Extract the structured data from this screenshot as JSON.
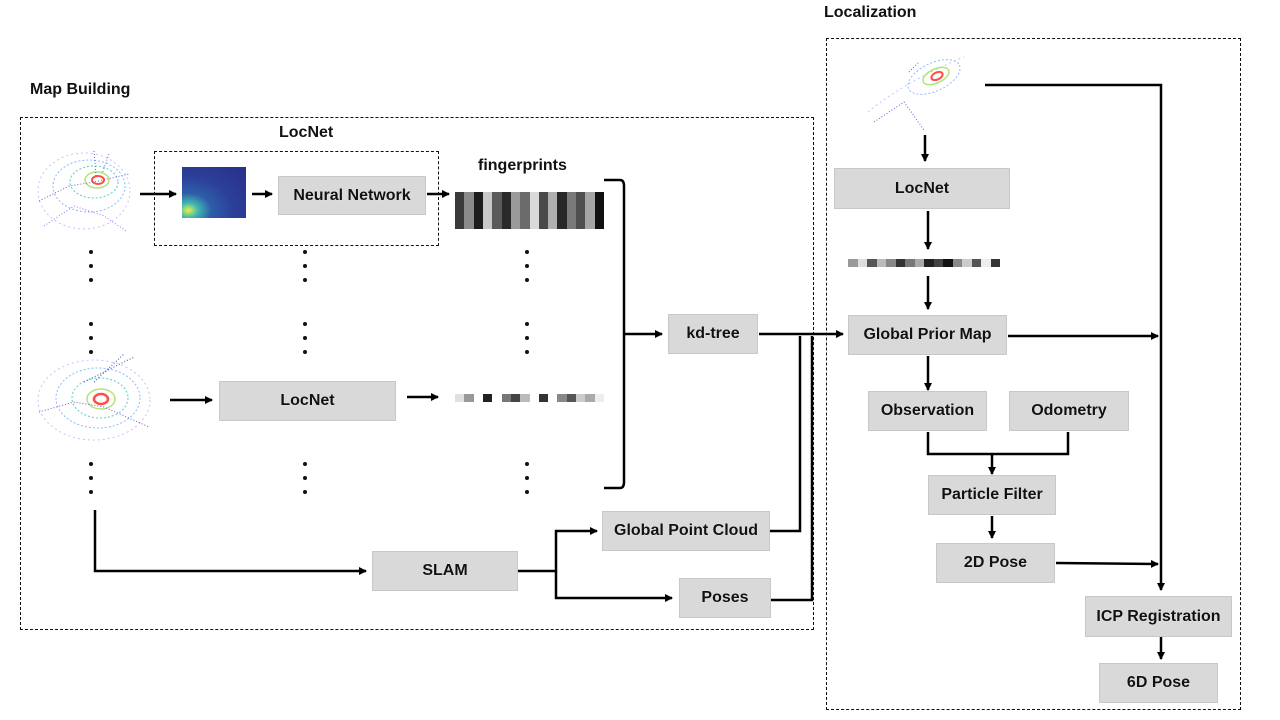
{
  "sections": {
    "map_building": "Map Building",
    "localization": "Localization"
  },
  "map": {
    "locnet_group_title": "LocNet",
    "fingerprints_title": "fingerprints",
    "neural_network": "Neural Network",
    "locnet_box": "LocNet",
    "kd_tree": "kd-tree",
    "slam": "SLAM",
    "global_point_cloud": "Global Point Cloud",
    "poses": "Poses"
  },
  "loc": {
    "locnet": "LocNet",
    "global_prior_map": "Global Prior Map",
    "observation": "Observation",
    "odometry": "Odometry",
    "particle_filter": "Particle Filter",
    "pose_2d": "2D Pose",
    "icp_registration": "ICP Registration",
    "pose_6d": "6D Pose"
  },
  "colors": {
    "box_fill": "#d9d9d9",
    "line": "#000000"
  }
}
